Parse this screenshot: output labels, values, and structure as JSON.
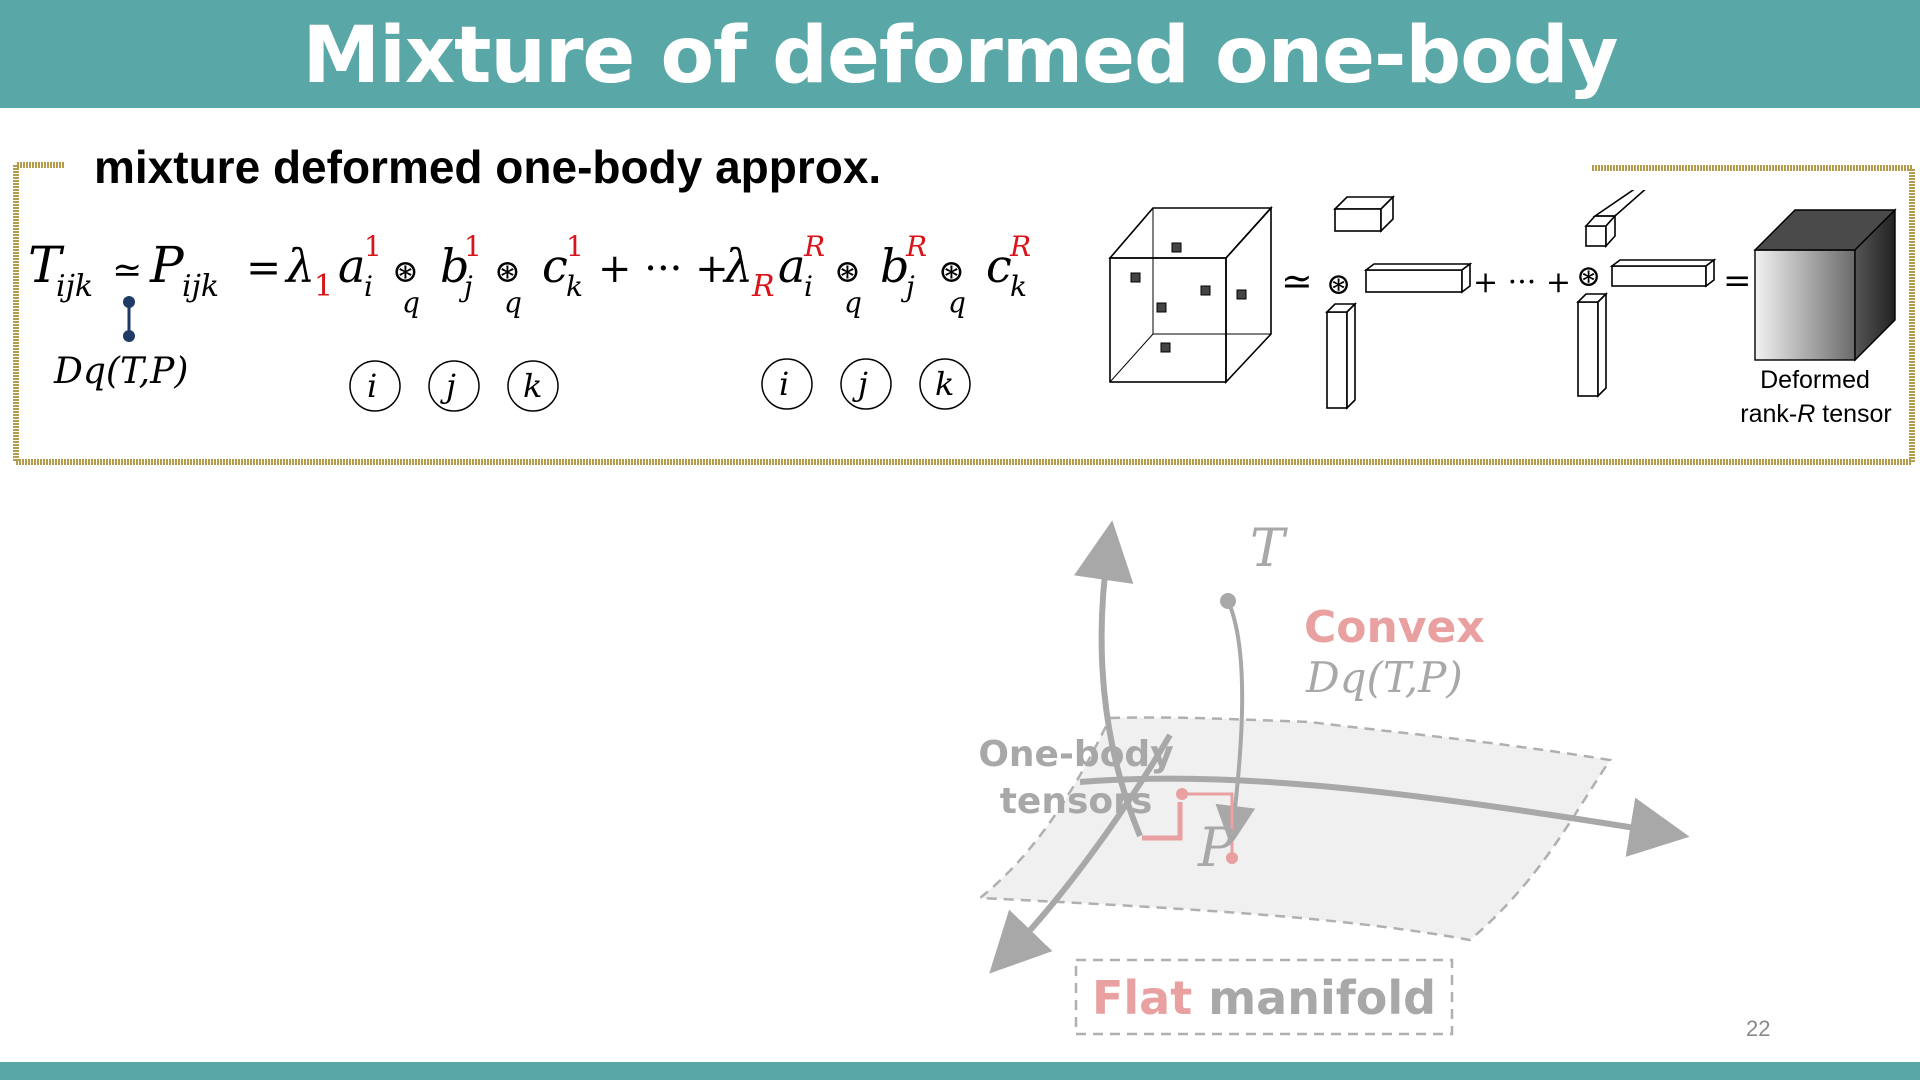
{
  "slide": {
    "title": "Mixture of deformed one-body approximation",
    "subtitle": "mixture deformed one-body approx.",
    "page_number": "22"
  },
  "formula": {
    "lhs_T": "T",
    "lhs_sub": "ijk",
    "approx": "≃",
    "P": "P",
    "P_sub": "ijk",
    "equals": "=",
    "lambda": "λ",
    "first_index": "1",
    "last_index": "R",
    "a": "a",
    "b": "b",
    "c": "c",
    "i": "i",
    "j": "j",
    "k": "k",
    "oplus": "⊛",
    "q": "q",
    "ellipsis": "+ ··· +",
    "divergence": "Dq(T,P)",
    "circle_labels": [
      "i",
      "j",
      "k"
    ]
  },
  "tensor_diagram": {
    "approx": "≃",
    "plus_dots": "+ ··· +",
    "equals": "=",
    "oplus": "⊛",
    "result_label_line1": "Deformed",
    "result_label_line2_prefix": "rank-",
    "result_label_line2_var": "R",
    "result_label_line2_suffix": " tensor"
  },
  "manifold": {
    "T_label": "T",
    "P_label": "P",
    "convex_label": "Convex",
    "divergence": "Dq(T,P)",
    "one_body_line1": "One-body",
    "one_body_line2": "tensors",
    "flat_word": "Flat",
    "manifold_word": " manifold"
  },
  "colors": {
    "teal": "#59a8a7",
    "red": "#d9141b",
    "pink": "#e8a0a0",
    "navy": "#1f3a66",
    "gold_border": "#b59b4c",
    "gray": "#a8a8a8"
  }
}
